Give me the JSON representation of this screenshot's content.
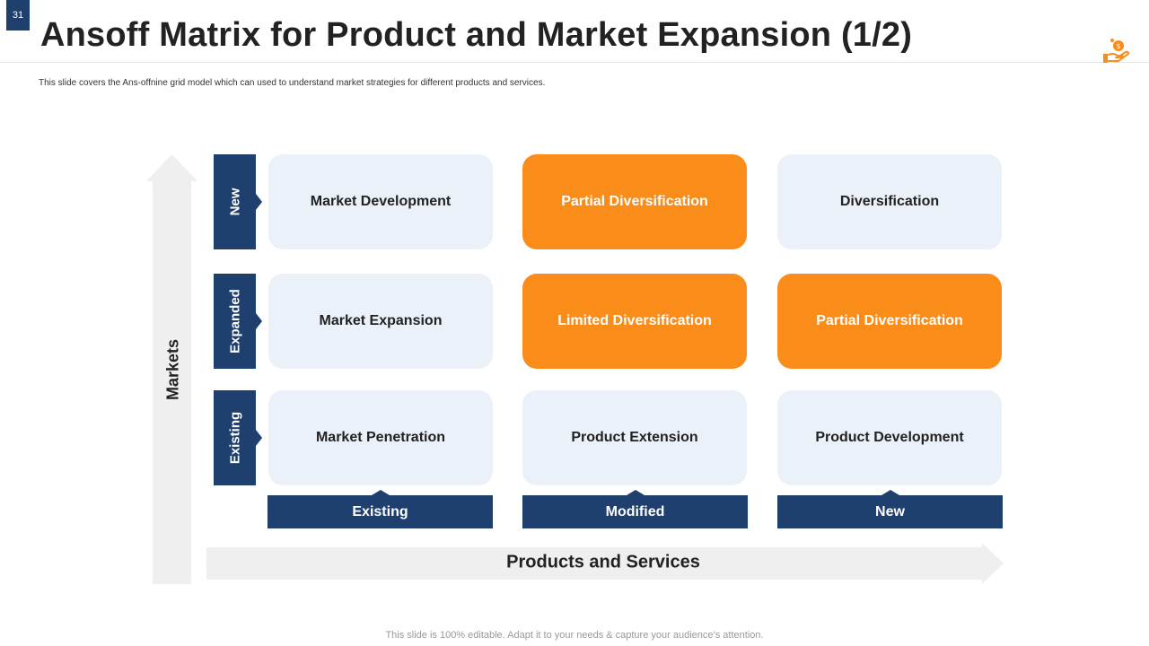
{
  "slide_number": "31",
  "title": "Ansoff Matrix for Product and Market Expansion (1/2)",
  "subtitle": "This slide covers the Ans-offnine grid model  which can used to understand market strategies for different products and services.",
  "logo_icon": "hand-coin-icon",
  "colors": {
    "navy": "#1f3f6e",
    "orange": "#fa8c1a",
    "light_cell": "#ebf1f9",
    "arrow": "#efefef"
  },
  "axes": {
    "y_label": "Markets",
    "x_label": "Products and Services"
  },
  "rows": [
    {
      "label": "New",
      "cells": [
        {
          "text": "Market Development",
          "style": "light"
        },
        {
          "text": "Partial Diversification",
          "style": "orange"
        },
        {
          "text": "Diversification",
          "style": "light"
        }
      ]
    },
    {
      "label": "Expanded",
      "cells": [
        {
          "text": "Market Expansion",
          "style": "light"
        },
        {
          "text": "Limited Diversification",
          "style": "orange"
        },
        {
          "text": "Partial Diversification",
          "style": "orange"
        }
      ]
    },
    {
      "label": "Existing",
      "cells": [
        {
          "text": "Market Penetration",
          "style": "light"
        },
        {
          "text": "Product Extension",
          "style": "light"
        },
        {
          "text": "Product Development",
          "style": "light"
        }
      ]
    }
  ],
  "columns": [
    {
      "label": "Existing"
    },
    {
      "label": "Modified"
    },
    {
      "label": "New"
    }
  ],
  "footer": "This slide is 100% editable. Adapt it to your needs & capture your audience’s attention."
}
